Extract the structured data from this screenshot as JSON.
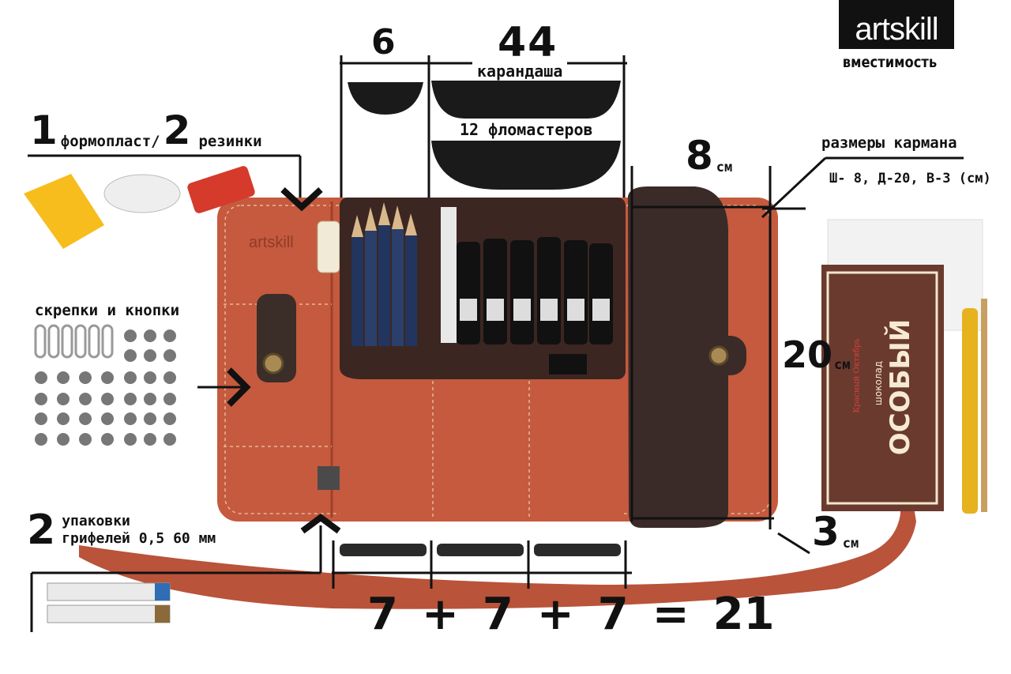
{
  "brand": {
    "name": "artskill",
    "subtitle": "вместимость"
  },
  "capacity": {
    "small_slots_count": "6",
    "pencils_count": "44",
    "pencils_label": "карандаша",
    "markers_label": "12 фломастеров"
  },
  "eraser_section": {
    "num1": "1",
    "label1": "формопласт/",
    "num2": "2",
    "label2": "резинки"
  },
  "clips_label": "скрепки и кнопки",
  "leads": {
    "num": "2",
    "line1": "упаковки",
    "line2": "грифелей 0,5 60 мм"
  },
  "pocket": {
    "title": "размеры кармана",
    "dims": "Ш- 8, Д-20, В-3 (см)",
    "width_value": "8",
    "width_unit": "см",
    "length_value": "20",
    "length_unit": "см",
    "depth_value": "3",
    "depth_unit": "см"
  },
  "bottom_equation": {
    "a": "7",
    "op1": "+",
    "b": "7",
    "op2": "+",
    "c": "7",
    "eq": "=",
    "total": "21"
  },
  "case_emboss": "artskill",
  "chocolate": {
    "brand_word": "ОСОБЫЙ",
    "type": "шоколад",
    "maker": "Красный Октябрь"
  },
  "colors": {
    "leather": "#c55a3e",
    "leather_dark": "#9e4129",
    "flap": "#3a2b28",
    "ink": "#111111"
  }
}
